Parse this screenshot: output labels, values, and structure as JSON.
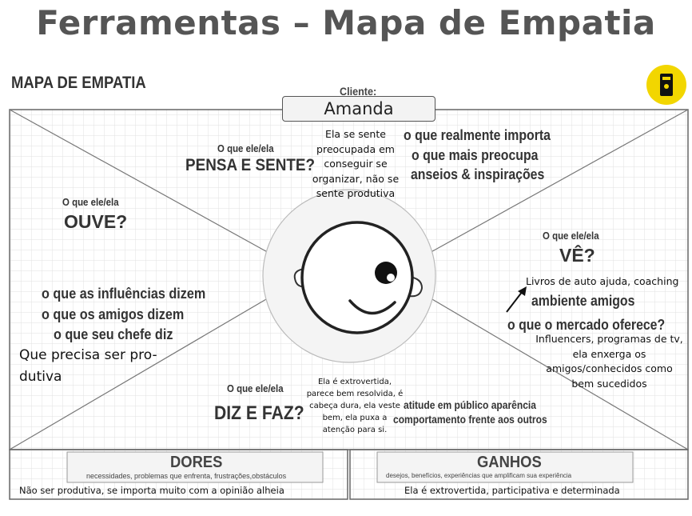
{
  "page_title": "Ferramentas – Mapa de Empatia",
  "map_title": "MAPA DE EMPATIA",
  "client": {
    "label": "Cliente:",
    "name": "Amanda"
  },
  "thinks": {
    "question": "O que ele/ela",
    "heading": "PENSA E SENTE?",
    "prompts": [
      "o que realmente importa",
      "o que mais preocupa",
      "anseios & inspirações"
    ],
    "answer": [
      "Ela se sente",
      "preocupada em",
      "conseguir se",
      "organizar, não se",
      "sente produtiva"
    ]
  },
  "hears": {
    "question": "O que ele/ela",
    "heading": "OUVE?",
    "prompts": [
      "o que as influências dizem",
      "o que os amigos dizem",
      "o que seu chefe diz"
    ],
    "answer": [
      "Que precisa ser pro-",
      "dutiva"
    ]
  },
  "sees": {
    "question": "O que ele/ela",
    "heading": "VÊ?",
    "answer_top": "Livros de auto ajuda, coaching",
    "prompts": [
      "ambiente amigos",
      "o que o mercado oferece?"
    ],
    "answer": [
      "Influencers, programas de tv,",
      "ela enxerga os",
      "amigos/conhecidos como",
      "bem sucedidos"
    ]
  },
  "says_does": {
    "question": "O que ele/ela",
    "heading": "DIZ E FAZ?",
    "answer": [
      "Ela é extrovertida,",
      "parece bem resolvida, é",
      "cabeça dura, ela veste",
      "bem, ela puxa a",
      "atenção para si."
    ],
    "prompts": [
      "atitude em público aparência",
      "comportamento frente aos outros"
    ]
  },
  "pains": {
    "title": "DORES",
    "subtitle": "necessidades, problemas que enfrenta, frustrações,obstáculos",
    "answer": "Não ser produtiva, se importa muito com a opinião alheia"
  },
  "gains": {
    "title": "GANHOS",
    "subtitle": "desejos, benefícios, experiências que amplificam sua experiência",
    "answer": "Ela é extrovertida, participativa e determinada"
  },
  "icons": {
    "logo": "brand-logo-icon",
    "arrow": "arrow-icon",
    "face": "face-icon"
  },
  "colors": {
    "logo_yellow": "#f2d600",
    "grid": "#e2e2e2",
    "line": "#555555"
  }
}
